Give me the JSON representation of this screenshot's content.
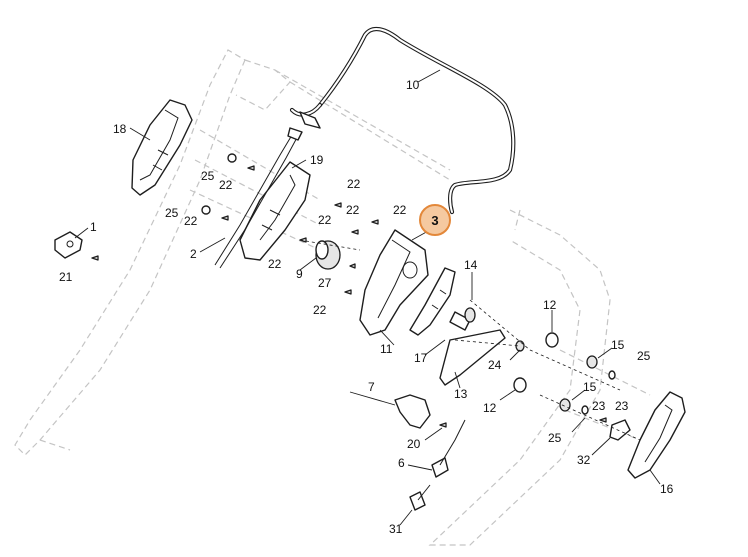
{
  "highlight": {
    "part": "3",
    "color": "#f5c9a0",
    "stroke": "#e3883a"
  },
  "labels": {
    "l1": "1",
    "l2": "2",
    "l3": "3",
    "l6": "6",
    "l7": "7",
    "l9": "9",
    "l10": "10",
    "l11": "11",
    "l12a": "12",
    "l12b": "12",
    "l13": "13",
    "l14": "14",
    "l15a": "15",
    "l15b": "15",
    "l16": "16",
    "l17": "17",
    "l18": "18",
    "l19": "19",
    "l20": "20",
    "l21": "21",
    "l22a": "22",
    "l22b": "22",
    "l22c": "22",
    "l22d": "22",
    "l22e": "22",
    "l22f": "22",
    "l22g": "22",
    "l23a": "23",
    "l23b": "23",
    "l24": "24",
    "l25a": "25",
    "l25b": "25",
    "l25c": "25",
    "l25d": "25",
    "l27": "27",
    "l31": "31",
    "l32": "32"
  }
}
